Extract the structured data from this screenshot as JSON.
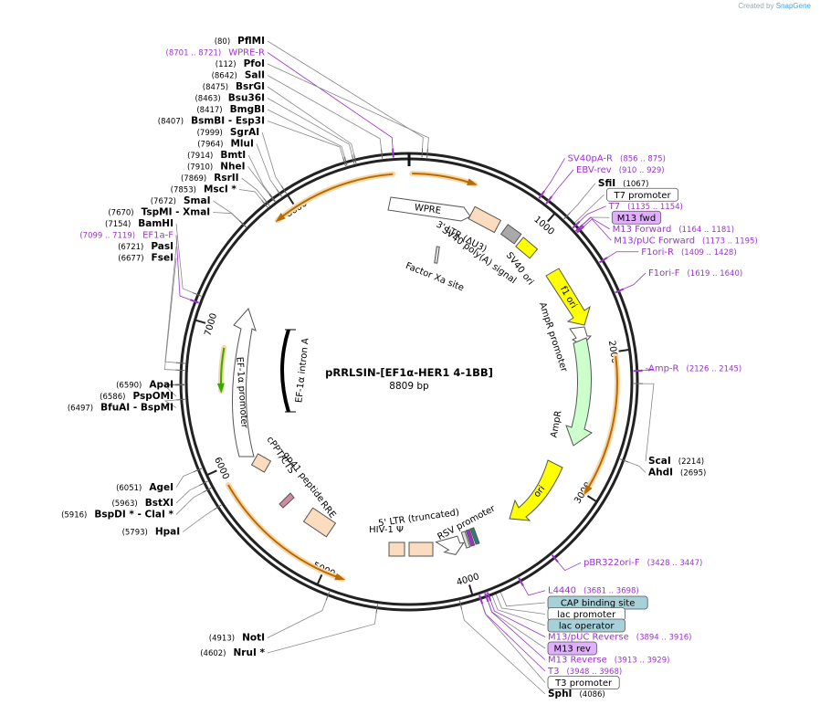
{
  "plasmid": {
    "name": "pRRLSIN-[EF1α-HER1 4-1BB]",
    "size": "8809 bp",
    "length": 8809
  },
  "credit": {
    "prefix": "Created by",
    "brand": "SnapGene"
  },
  "colors": {
    "enzyme": "#000000",
    "primer": "#9933cc",
    "feature": "#333333",
    "ring": "#222222",
    "yellow": "#ffff00",
    "tan": "#fcdcbf",
    "green_light": "#ccffcc",
    "grey": "#a9a9a9",
    "orange_arrow": "#b96a00",
    "green_arrow": "#33aa00"
  },
  "ticks": [
    "1000",
    "2000",
    "3000",
    "4000",
    "5000",
    "6000",
    "7000",
    "8000"
  ],
  "enzymes": [
    {
      "name": "PflMI",
      "pos": "(80)",
      "bp": 80
    },
    {
      "name": "PfoI",
      "pos": "(112)",
      "bp": 112
    },
    {
      "name": "SfiI",
      "pos": "(1067)",
      "bp": 1067
    },
    {
      "name": "ScaI",
      "pos": "(2214)",
      "bp": 2214
    },
    {
      "name": "AhdI",
      "pos": "(2695)",
      "bp": 2695
    },
    {
      "name": "SphI",
      "pos": "(4086)",
      "bp": 4086
    },
    {
      "name": "NruI *",
      "pos": "(4602)",
      "bp": 4602
    },
    {
      "name": "NotI",
      "pos": "(4913)",
      "bp": 4913
    },
    {
      "name": "HpaI",
      "pos": "(5793)",
      "bp": 5793
    },
    {
      "name": "BspDI * - ClaI *",
      "pos": "(5916)",
      "bp": 5916
    },
    {
      "name": "BstXI",
      "pos": "(5963)",
      "bp": 5963
    },
    {
      "name": "AgeI",
      "pos": "(6051)",
      "bp": 6051
    },
    {
      "name": "BfuAI - BspMI",
      "pos": "(6497)",
      "bp": 6497
    },
    {
      "name": "PspOMI",
      "pos": "(6586)",
      "bp": 6586
    },
    {
      "name": "ApaI",
      "pos": "(6590)",
      "bp": 6590
    },
    {
      "name": "FseI",
      "pos": "(6677)",
      "bp": 6677
    },
    {
      "name": "PasI",
      "pos": "(6721)",
      "bp": 6721
    },
    {
      "name": "BamHI",
      "pos": "(7154)",
      "bp": 7154
    },
    {
      "name": "TspMI - XmaI",
      "pos": "(7670)",
      "bp": 7670
    },
    {
      "name": "SmaI",
      "pos": "(7672)",
      "bp": 7672
    },
    {
      "name": "MscI *",
      "pos": "(7853)",
      "bp": 7853
    },
    {
      "name": "RsrII",
      "pos": "(7869)",
      "bp": 7869
    },
    {
      "name": "NheI",
      "pos": "(7910)",
      "bp": 7910
    },
    {
      "name": "BmtI",
      "pos": "(7914)",
      "bp": 7914
    },
    {
      "name": "MluI",
      "pos": "(7964)",
      "bp": 7964
    },
    {
      "name": "SgrAI",
      "pos": "(7999)",
      "bp": 7999
    },
    {
      "name": "BsmBI - Esp3I",
      "pos": "(8407)",
      "bp": 8407
    },
    {
      "name": "BmgBI",
      "pos": "(8417)",
      "bp": 8417
    },
    {
      "name": "Bsu36I",
      "pos": "(8463)",
      "bp": 8463
    },
    {
      "name": "BsrGI",
      "pos": "(8475)",
      "bp": 8475
    },
    {
      "name": "SalI",
      "pos": "(8642)",
      "bp": 8642
    }
  ],
  "primers": [
    {
      "name": "WPRE-R",
      "range": "(8701 .. 8721)",
      "bp": 8711
    },
    {
      "name": "SV40pA-R",
      "range": "(856 .. 875)",
      "bp": 865
    },
    {
      "name": "EBV-rev",
      "range": "(910 .. 929)",
      "bp": 920
    },
    {
      "name": "T7",
      "range": "(1135 .. 1154)",
      "bp": 1145
    },
    {
      "name": "M13 Forward",
      "range": "(1164 .. 1181)",
      "bp": 1172
    },
    {
      "name": "M13/pUC Forward",
      "range": "(1173 .. 1195)",
      "bp": 1184
    },
    {
      "name": "F1ori-R",
      "range": "(1409 .. 1428)",
      "bp": 1418
    },
    {
      "name": "F1ori-F",
      "range": "(1619 .. 1640)",
      "bp": 1630
    },
    {
      "name": "Amp-R",
      "range": "(2126 .. 2145)",
      "bp": 2135
    },
    {
      "name": "pBR322ori-F",
      "range": "(3428 .. 3447)",
      "bp": 3437
    },
    {
      "name": "L4440",
      "range": "(3681 .. 3698)",
      "bp": 3690
    },
    {
      "name": "M13/pUC Reverse",
      "range": "(3894 .. 3916)",
      "bp": 3905
    },
    {
      "name": "M13 Reverse",
      "range": "(3913 .. 3929)",
      "bp": 3921
    },
    {
      "name": "T3",
      "range": "(3948 .. 3968)",
      "bp": 3958
    },
    {
      "name": "EF1a-F",
      "range": "(7099 .. 7119)",
      "bp": 7109
    }
  ],
  "boxed_labels": [
    {
      "name": "T7 promoter",
      "style": "white",
      "bp": 1130
    },
    {
      "name": "M13 fwd",
      "style": "purple",
      "bp": 1170
    },
    {
      "name": "CAP binding site",
      "style": "teal",
      "bp": 3830
    },
    {
      "name": "lac promoter",
      "style": "white",
      "bp": 3860
    },
    {
      "name": "lac operator",
      "style": "teal",
      "bp": 3885
    },
    {
      "name": "M13 rev",
      "style": "purple",
      "bp": 3920
    },
    {
      "name": "T3 promoter",
      "style": "white",
      "bp": 3960
    }
  ],
  "features": [
    {
      "name": "WPRE"
    },
    {
      "name": "3' LTR (ΔU3)"
    },
    {
      "name": "SV40 poly(A) signal"
    },
    {
      "name": "SV40 ori"
    },
    {
      "name": "f1 ori"
    },
    {
      "name": "AmpR promoter"
    },
    {
      "name": "AmpR"
    },
    {
      "name": "ori"
    },
    {
      "name": "RSV promoter"
    },
    {
      "name": "5' LTR (truncated)"
    },
    {
      "name": "HIV-1 Ψ"
    },
    {
      "name": "RRE"
    },
    {
      "name": "gp41 peptide"
    },
    {
      "name": "cPPT/CTS"
    },
    {
      "name": "EF-1α promoter"
    },
    {
      "name": "EF-1α intron A"
    },
    {
      "name": "Factor Xa site"
    }
  ]
}
